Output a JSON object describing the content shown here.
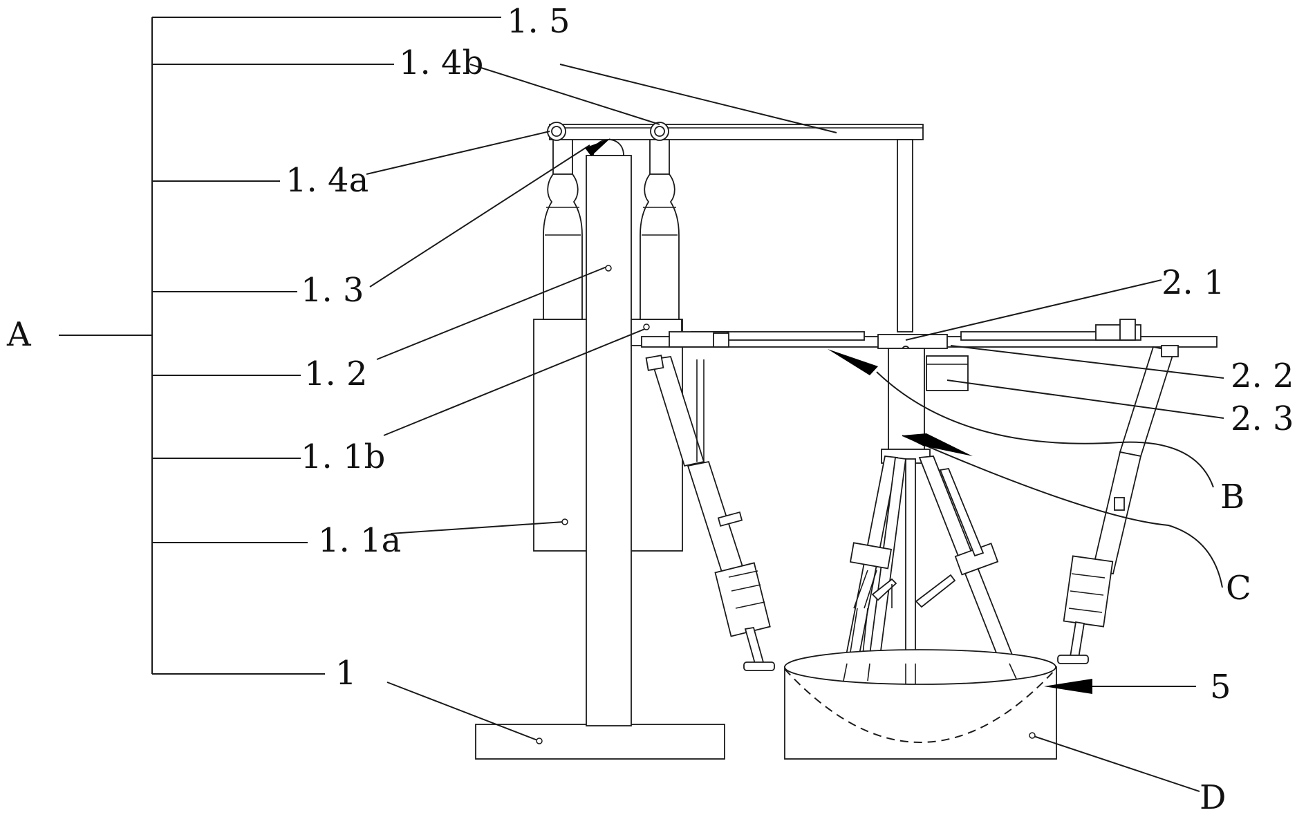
{
  "labels": {
    "A": "A",
    "B": "B",
    "C": "C",
    "D": "D",
    "n1": "1",
    "n1_1a": "1. 1a",
    "n1_1b": "1. 1b",
    "n1_2": "1. 2",
    "n1_3": "1. 3",
    "n1_4a": "1. 4a",
    "n1_4b": "1. 4b",
    "n1_5": "1. 5",
    "n2_1": "2. 1",
    "n2_2": "2. 2",
    "n2_3": "2. 3",
    "n5": "5"
  }
}
